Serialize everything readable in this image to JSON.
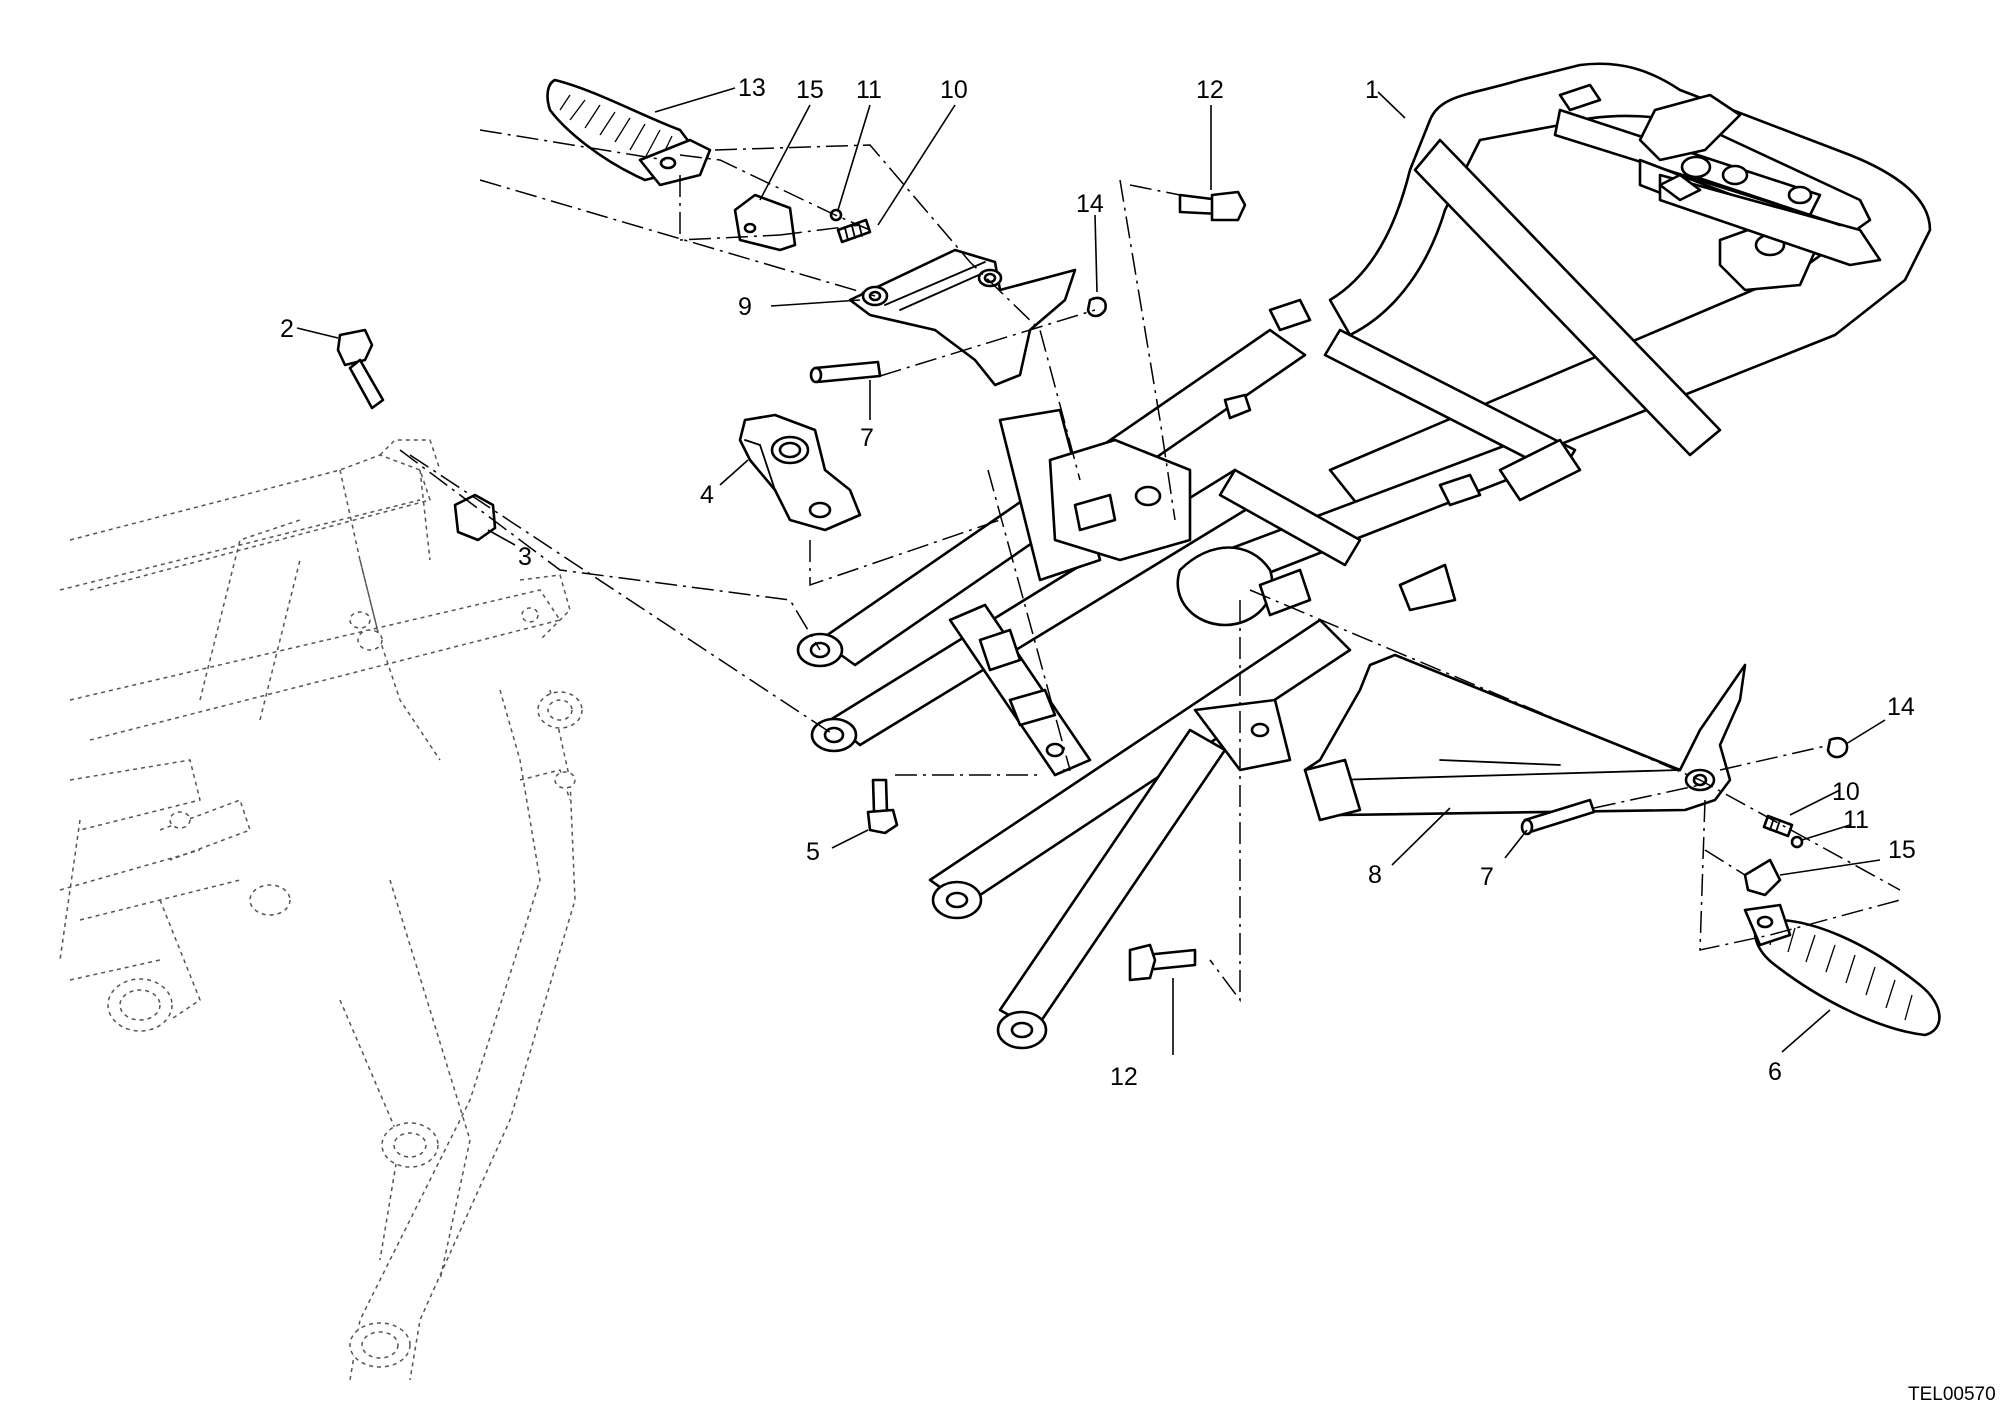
{
  "drawing_code": "TEL00570",
  "callouts": {
    "c1": "1",
    "c2": "2",
    "c3": "3",
    "c4": "4",
    "c5": "5",
    "c6": "6",
    "c7a": "7",
    "c7b": "7",
    "c8": "8",
    "c9": "9",
    "c10a": "10",
    "c10b": "10",
    "c11a": "11",
    "c11b": "11",
    "c12a": "12",
    "c12b": "12",
    "c13": "13",
    "c14a": "14",
    "c14b": "14",
    "c15a": "15",
    "c15b": "15"
  },
  "colors": {
    "line": "#000000",
    "ghost_line": "#555555",
    "background": "#ffffff"
  }
}
